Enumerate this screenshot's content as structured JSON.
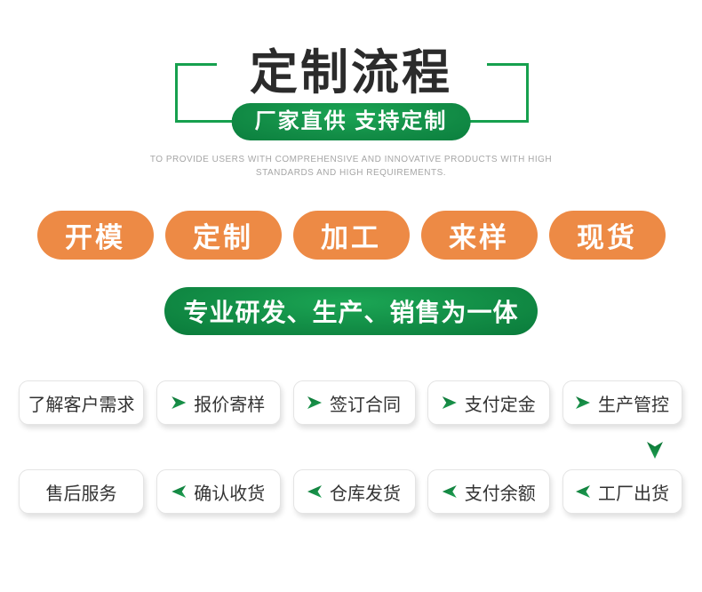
{
  "header": {
    "title": "定制流程",
    "badge": "厂家直供 支持定制",
    "subtitle_line1": "TO PROVIDE USERS WITH COMPREHENSIVE AND INNOVATIVE PRODUCTS WITH HIGH",
    "subtitle_line2": "STANDARDS AND HIGH REQUIREMENTS."
  },
  "capability_tags": {
    "items": [
      {
        "label": "开模"
      },
      {
        "label": "定制"
      },
      {
        "label": "加工"
      },
      {
        "label": "来样"
      },
      {
        "label": "现货"
      }
    ]
  },
  "banner": {
    "text": "专业研发、生产、销售为一体"
  },
  "process": {
    "forward_steps": [
      {
        "label": "了解客户需求",
        "arrow": "none"
      },
      {
        "label": "报价寄样",
        "arrow": "right"
      },
      {
        "label": "签订合同",
        "arrow": "right"
      },
      {
        "label": "支付定金",
        "arrow": "right"
      },
      {
        "label": "生产管控",
        "arrow": "right"
      }
    ],
    "return_steps": [
      {
        "label": "售后服务",
        "arrow": "none"
      },
      {
        "label": "确认收货",
        "arrow": "left"
      },
      {
        "label": "仓库发货",
        "arrow": "left"
      },
      {
        "label": "支付余额",
        "arrow": "left"
      },
      {
        "label": "工厂出货",
        "arrow": "left"
      }
    ],
    "connector": "down"
  },
  "colors": {
    "green": "#16a04e",
    "green_dark": "#0a7b3b",
    "orange": "#ed8a45",
    "title_text": "#2b2b2b",
    "subtitle_text": "#a6a6a6",
    "step_text": "#333333"
  }
}
